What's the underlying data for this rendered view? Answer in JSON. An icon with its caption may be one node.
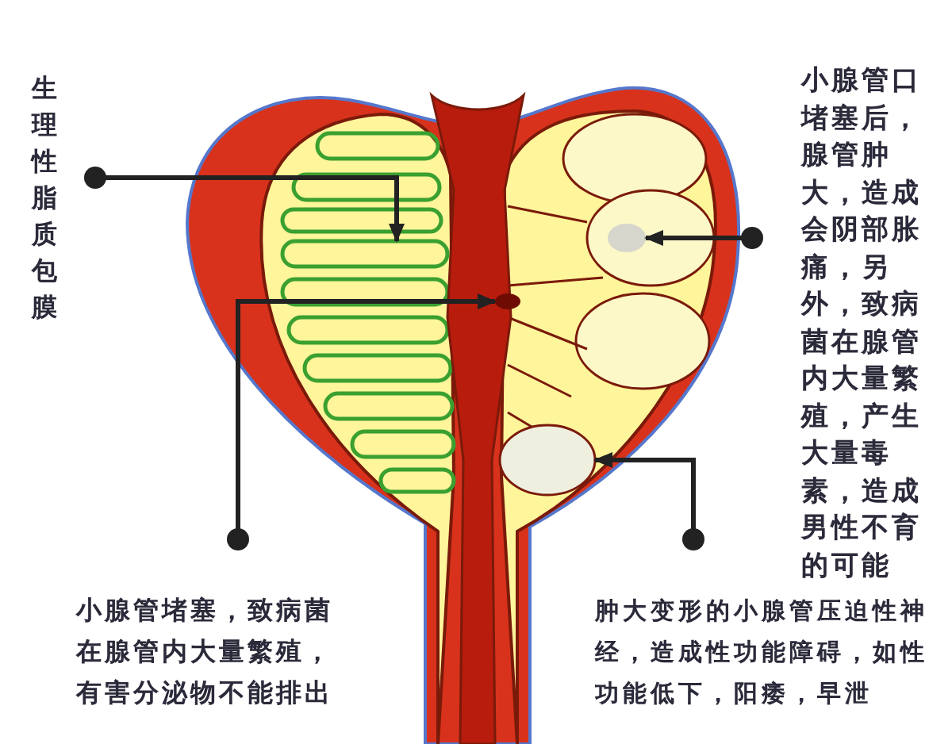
{
  "diagram": {
    "nodes": [
      {
        "text": [
          "生理性脂质包膜"
        ]
      },
      {
        "text": [
          "小腺管口堵塞后，腺管肿大，造成会阴部胀痛，另外，致病菌在腺管内大量繁殖，产生大量毒素，造成男性不育的可能"
        ]
      },
      {
        "text": [
          "小腺管堵塞，致病菌在腺管内大量繁殖，有害分泌物不能排出"
        ]
      },
      {
        "text": [
          "肿大变形的小腺管压迫性神经，造成性功能障碍，如性功能低下，阳痿，早泄"
        ]
      },
      {
        "text": [],
        "shape": "box"
      },
      {
        "text": [],
        "shape": "circle"
      },
      {
        "text": [],
        "shape": "circle"
      },
      {
        "text": [],
        "shape": "circle"
      }
    ],
    "edges": [
      {
        "from": 0,
        "to": 4,
        "arrow": "to"
      },
      {
        "from": 1,
        "to": 5,
        "arrow": "to"
      },
      {
        "from": 2,
        "to": 6,
        "arrow": "to"
      },
      {
        "from": 3,
        "to": 7,
        "arrow": "to"
      }
    ]
  }
}
